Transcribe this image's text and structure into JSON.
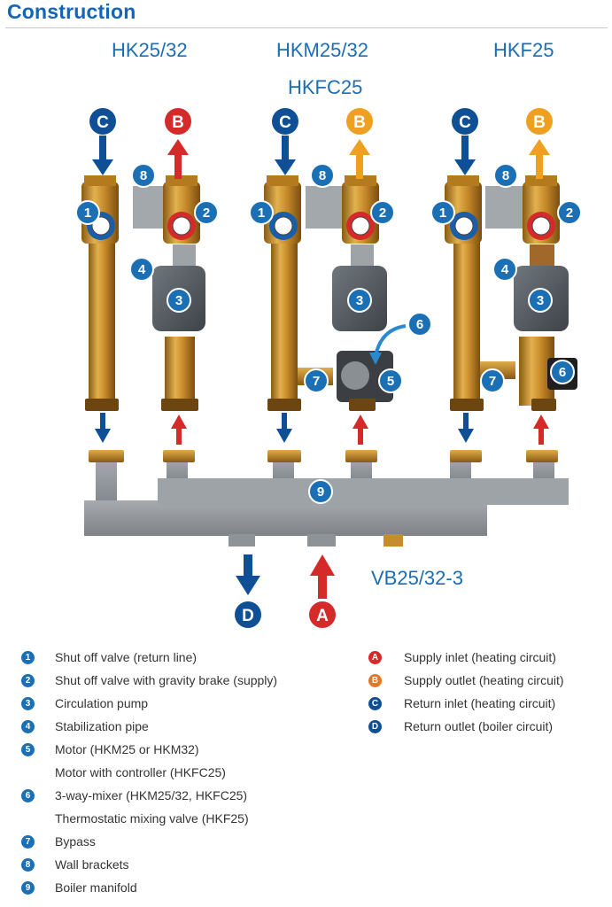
{
  "title": "Construction",
  "models": {
    "hk": "HK25/32",
    "hkm": "HKM25/32",
    "hkfc": "HKFC25",
    "hkf": "HKF25",
    "manifold": "VB25/32-3"
  },
  "markers": {
    "c": "C",
    "b": "B",
    "a": "A",
    "d": "D",
    "n1": "1",
    "n2": "2",
    "n3": "3",
    "n4": "4",
    "n5": "5",
    "n6": "6",
    "n7": "7",
    "n8": "8",
    "n9": "9"
  },
  "legend_numbers": [
    {
      "badge": "1",
      "lines": [
        "Shut off valve (return line)"
      ]
    },
    {
      "badge": "2",
      "lines": [
        "Shut off valve with gravity brake (supply)"
      ]
    },
    {
      "badge": "3",
      "lines": [
        "Circulation pump"
      ]
    },
    {
      "badge": "4",
      "lines": [
        "Stabilization pipe"
      ]
    },
    {
      "badge": "5",
      "lines": [
        "Motor (HKM25 or HKM32)",
        "Motor with controller (HKFC25)"
      ]
    },
    {
      "badge": "6",
      "lines": [
        "3-way-mixer (HKM25/32, HKFC25)",
        "Thermostatic mixing valve (HKF25)"
      ]
    },
    {
      "badge": "7",
      "lines": [
        "Bypass"
      ]
    },
    {
      "badge": "8",
      "lines": [
        "Wall brackets"
      ]
    },
    {
      "badge": "9",
      "lines": [
        "Boiler manifold"
      ]
    }
  ],
  "legend_letters": [
    {
      "badge": "A",
      "text": "Supply inlet (heating circuit)"
    },
    {
      "badge": "B",
      "text": "Supply outlet (heating circuit)"
    },
    {
      "badge": "C",
      "text": "Return inlet (heating circuit)"
    },
    {
      "badge": "D",
      "text": "Return outlet (boiler circuit)"
    }
  ],
  "colors": {
    "accent": "#1565b6",
    "navy": "#0f4f96",
    "blue_badge": "#1a6fb5",
    "red": "#d42a2a",
    "orange": "#f0a020",
    "brass": "#c98c2c",
    "grey": "#8e9398",
    "pump": "#555c63"
  },
  "icons": [
    "down-arrow-icon",
    "up-arrow-icon",
    "number-badge-icon",
    "letter-badge-icon"
  ]
}
